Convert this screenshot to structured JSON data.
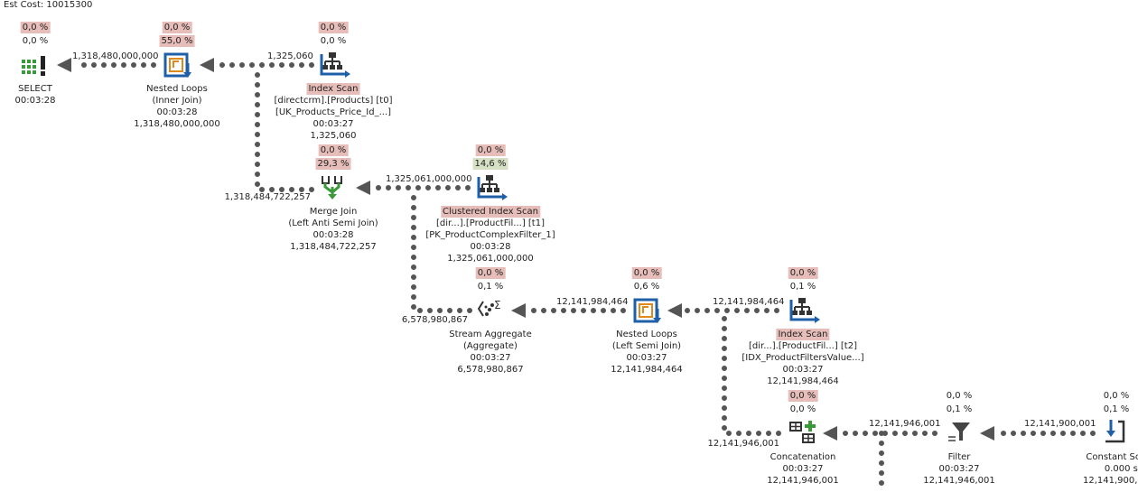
{
  "header": {
    "est_cost": "Est Cost: 10015300"
  },
  "colors": {
    "cost_highlight": "#e6bdb8",
    "cost_highlight_green": "#d6e0c4",
    "arrow": "#444444",
    "icon_blue": "#1f5fa8",
    "icon_orange": "#e08a1e",
    "icon_green": "#3a9a3a"
  },
  "nodes": {
    "select": {
      "pct_top": "0,0 %",
      "pct_bottom": "0,0 %",
      "name": "SELECT",
      "lines": [
        "00:03:28"
      ]
    },
    "nested_loops_1": {
      "pct_top": "0,0 %",
      "pct_bottom": "55,0 %",
      "name": "Nested Loops",
      "lines": [
        "(Inner Join)",
        "00:03:28",
        "1,318,480,000,000"
      ]
    },
    "index_scan_1": {
      "pct_top": "0,0 %",
      "pct_bottom": "0,0 %",
      "name": "Index Scan",
      "lines": [
        "[directcrm].[Products] [t0]",
        "[UK_Products_Price_Id_...]",
        "00:03:27",
        "1,325,060"
      ]
    },
    "merge_join": {
      "pct_top": "0,0 %",
      "pct_bottom": "29,3 %",
      "name": "Merge Join",
      "lines": [
        "(Left Anti Semi Join)",
        "00:03:28",
        "1,318,484,722,257"
      ]
    },
    "clustered_scan": {
      "pct_top": "0,0 %",
      "pct_bottom": "14,6 %",
      "name": "Clustered Index Scan",
      "lines": [
        "[dir...].[ProductFil...] [t1]",
        "[PK_ProductComplexFilter_1]",
        "00:03:28",
        "1,325,061,000,000"
      ]
    },
    "stream_agg": {
      "pct_top": "0,0 %",
      "pct_bottom": "0,1 %",
      "name": "Stream Aggregate",
      "lines": [
        "(Aggregate)",
        "00:03:27",
        "6,578,980,867"
      ]
    },
    "nested_loops_2": {
      "pct_top": "0,0 %",
      "pct_bottom": "0,6 %",
      "name": "Nested Loops",
      "lines": [
        "(Left Semi Join)",
        "00:03:27",
        "12,141,984,464"
      ]
    },
    "index_scan_2": {
      "pct_top": "0,0 %",
      "pct_bottom": "0,1 %",
      "name": "Index Scan",
      "lines": [
        "[dir...].[ProductFil...] [t2]",
        "[IDX_ProductFiltersValue...]",
        "00:03:27",
        "12,141,984,464"
      ]
    },
    "concatenation": {
      "pct_top": "0,0 %",
      "pct_bottom": "0,0 %",
      "name": "Concatenation",
      "lines": [
        "00:03:27",
        "12,141,946,001"
      ]
    },
    "filter": {
      "pct_top": "0,0 %",
      "pct_bottom": "0,1 %",
      "name": "Filter",
      "lines": [
        "00:03:27",
        "12,141,946,001"
      ]
    },
    "constant_scan": {
      "pct_top": "0,0 %",
      "pct_bottom": "0,1 %",
      "name": "Constant Sc",
      "lines": [
        "0.000 s",
        "12,141,900,0"
      ]
    }
  },
  "edges": {
    "nl1_to_select": "1,318,480,000,000",
    "is1_to_nl1": "1,325,060",
    "mj_to_nl1": "1,318,484,722,257",
    "cis_to_mj": "1,325,061,000,000",
    "sa_to_mj": "6,578,980,867",
    "nl2_to_sa": "12,141,984,464",
    "is2_to_nl2": "12,141,984,464",
    "concat_to_nl2": "12,141,946,001",
    "filter_to_concat": "12,141,946,001",
    "const_to_filter": "12,141,900,001"
  }
}
